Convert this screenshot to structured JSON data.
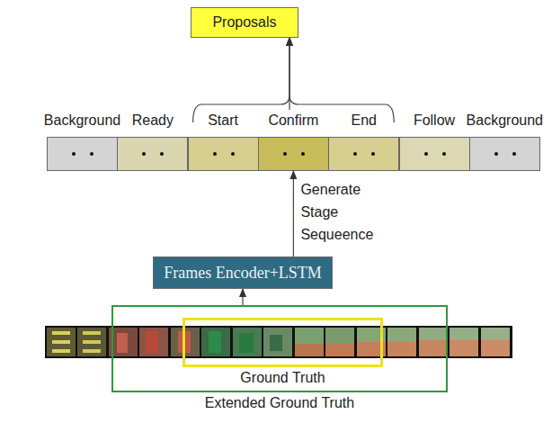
{
  "diagram": {
    "nodes": [
      {
        "text": [
          "Proposals"
        ]
      },
      {
        "text": [
          "Background"
        ]
      },
      {
        "text": [
          "Ready"
        ]
      },
      {
        "text": [
          "Start"
        ]
      },
      {
        "text": [
          "Confirm"
        ]
      },
      {
        "text": [
          "End"
        ]
      },
      {
        "text": [
          "Follow"
        ]
      },
      {
        "text": [
          "Background"
        ]
      },
      {
        "text": [
          "Frames Encoder+LSTM"
        ]
      },
      {
        "text": [
          "Extended Ground Truth"
        ]
      },
      {
        "text": [
          "Ground Truth"
        ],
        "in": 9
      }
    ],
    "edges": [
      {
        "from": 3,
        "to": 0,
        "arrow": "to"
      },
      {
        "from": 4,
        "to": 0,
        "arrow": "to"
      },
      {
        "from": 5,
        "to": 0,
        "arrow": "to"
      },
      {
        "from": 8,
        "to": 4,
        "arrow": "to",
        "label": "Generate Stage Sequeence"
      },
      {
        "from": 9,
        "to": 8,
        "arrow": "to"
      }
    ]
  }
}
